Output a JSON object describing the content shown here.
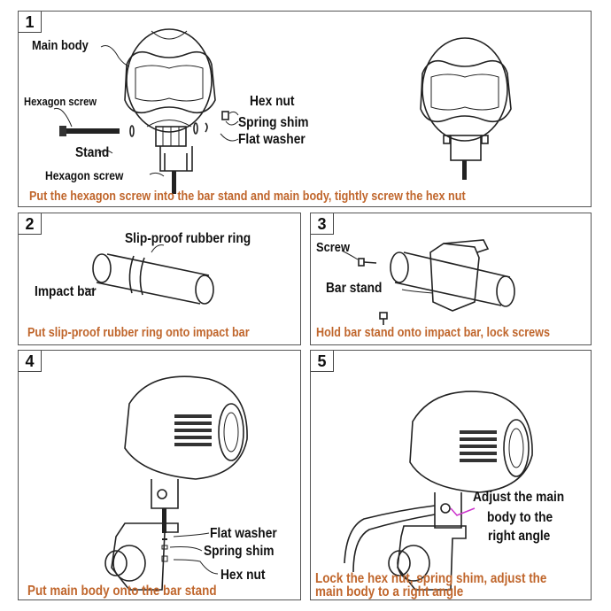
{
  "steps": [
    {
      "number": "1",
      "labels": {
        "main_body": "Main body",
        "hexagon_screw_top": "Hexagon screw",
        "hex_nut": "Hex nut",
        "spring_shim": "Spring shim",
        "flat_washer": "Flat washer",
        "stand": "Stand",
        "hexagon_screw_bottom": "Hexagon screw"
      },
      "caption": "Put the hexagon screw into the bar stand and main body, tightly screw the hex nut"
    },
    {
      "number": "2",
      "labels": {
        "rubber_ring": "Slip-proof rubber ring",
        "impact_bar": "Impact bar"
      },
      "caption": "Put slip-proof rubber ring onto impact bar"
    },
    {
      "number": "3",
      "labels": {
        "screw": "Screw",
        "bar_stand": "Bar stand"
      },
      "caption": "Hold bar stand onto impact bar, lock screws"
    },
    {
      "number": "4",
      "labels": {
        "flat_washer": "Flat washer",
        "spring_shim": "Spring shim",
        "hex_nut": "Hex nut"
      },
      "caption": "Put main body onto the bar stand"
    },
    {
      "number": "5",
      "labels": {
        "adjust_line1": "Adjust the main",
        "adjust_line2": "body to the",
        "adjust_line3": "right angle"
      },
      "caption_line1": "Lock the hex nut, spring shim, adjust the",
      "caption_line2": "main body to a right angle"
    }
  ],
  "colors": {
    "caption": "#c0662c",
    "border": "#555555",
    "pointer": "#cc33cc"
  }
}
